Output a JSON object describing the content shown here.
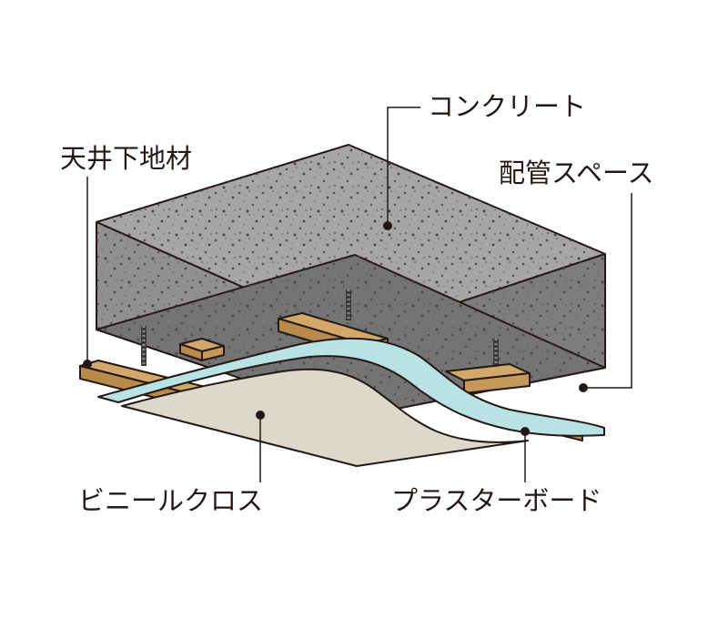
{
  "labels": {
    "concrete": "コンクリート",
    "ceiling_base": "天井下地材",
    "piping_space": "配管スペース",
    "vinyl_cloth": "ビニールクロス",
    "plaster_board": "プラスターボード"
  },
  "colors": {
    "ink": "#231815",
    "concrete_light": "#a9a9a9",
    "concrete_mid": "#8f8f8f",
    "concrete_dark": "#777777",
    "wood": "#d2a76a",
    "wood_dark": "#b88a4c",
    "board": "#b9e2e4",
    "cloth": "#dcd8ca"
  }
}
